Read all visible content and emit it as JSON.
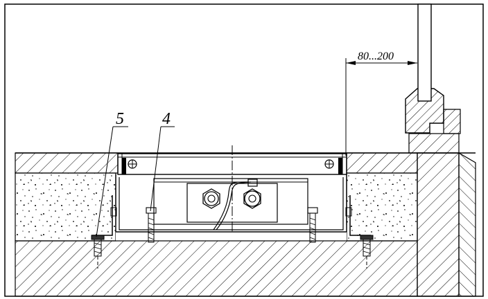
{
  "drawing": {
    "callout_5": "5",
    "callout_4": "4",
    "dimension": "80...200"
  },
  "colors": {
    "ink": "#000000",
    "paper": "#ffffff",
    "bolt_fill": "#333333"
  }
}
